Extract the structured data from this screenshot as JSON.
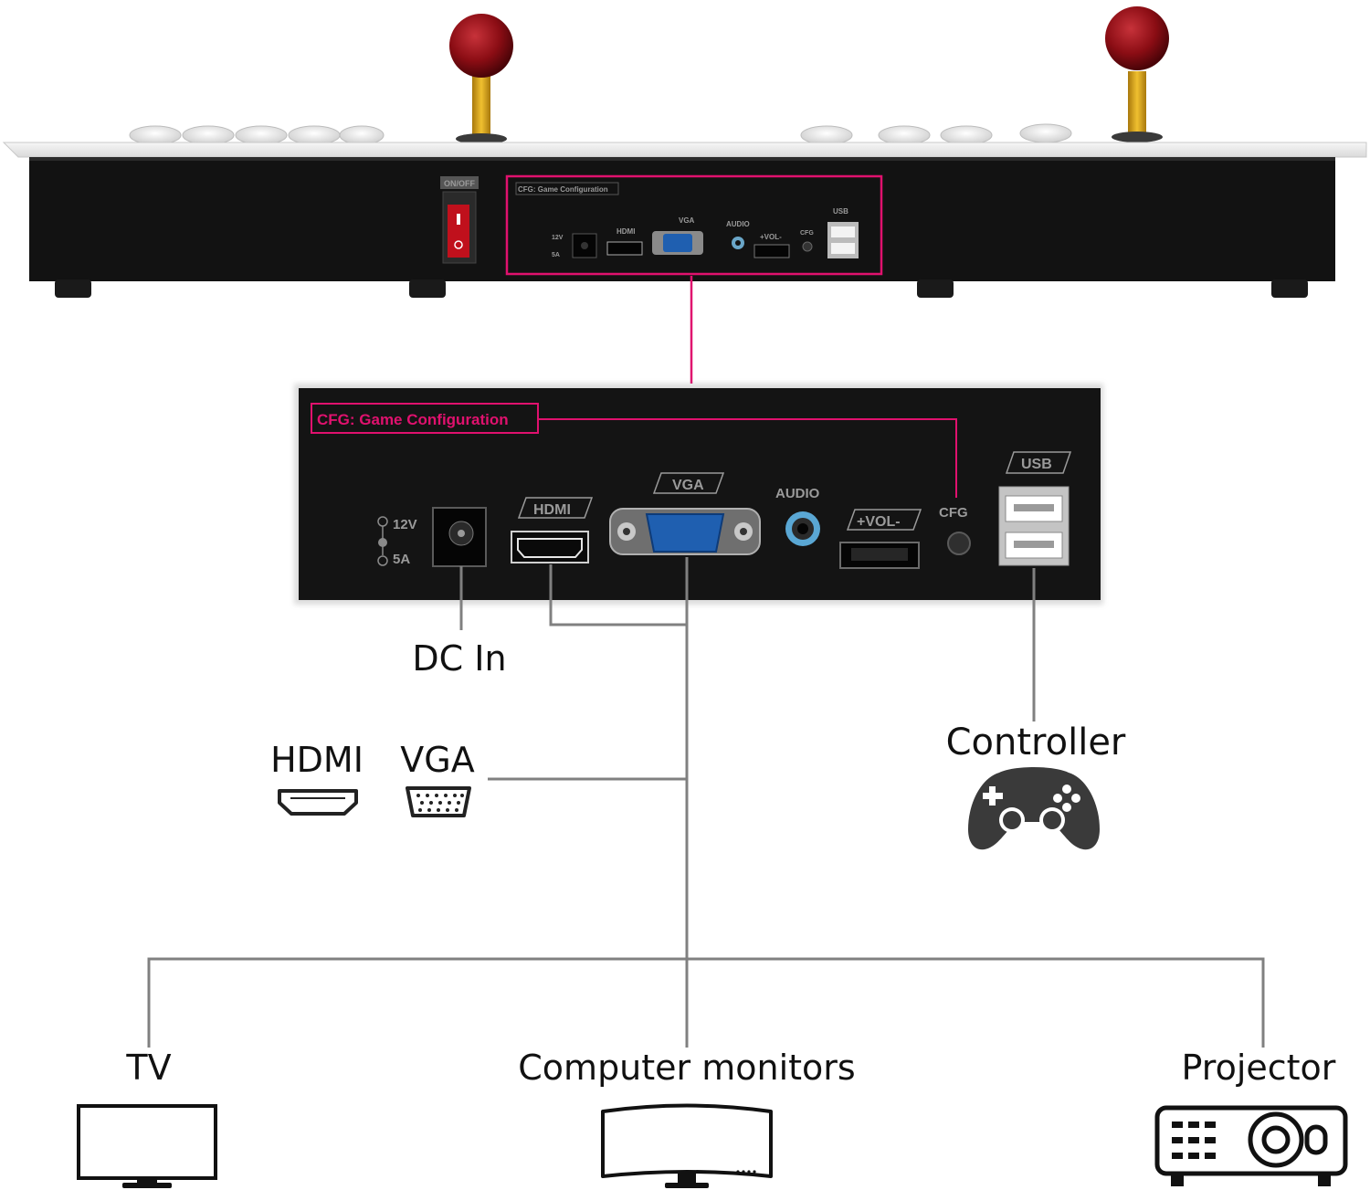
{
  "colors": {
    "connector_line": "#808080",
    "highlight": "#e0116e",
    "panel": "#141414",
    "vga_blue": "#1f5fb0",
    "knob_red": "#8b0d14",
    "shaft_yellow": "#d8a018"
  },
  "console": {
    "switch_label": "ON/OFF",
    "small_panel_title": "CFG: Game Configuration",
    "small_ports": {
      "power_top": "12V",
      "power_bottom": "5A",
      "hdmi": "HDMI",
      "vga": "VGA",
      "audio": "AUDIO",
      "volume": "+VOL-",
      "cfg": "CFG",
      "usb": "USB"
    }
  },
  "magnified_panel": {
    "title": "CFG: Game Configuration",
    "ports": {
      "power_top": "12V",
      "power_bottom": "5A",
      "hdmi": "HDMI",
      "vga": "VGA",
      "audio": "AUDIO",
      "volume": "+VOL-",
      "cfg": "CFG",
      "usb": "USB"
    }
  },
  "labels": {
    "dc_in": "DC In",
    "controller": "Controller",
    "hdmi": "HDMI",
    "vga": "VGA"
  },
  "outputs": [
    {
      "label": "TV",
      "icon": "tv-icon"
    },
    {
      "label": "Computer monitors",
      "icon": "curved-monitor-icon"
    },
    {
      "label": "Projector",
      "icon": "projector-icon"
    }
  ],
  "icons": {
    "controller": "gamepad-icon",
    "hdmi": "hdmi-port-icon",
    "vga": "vga-port-icon"
  }
}
